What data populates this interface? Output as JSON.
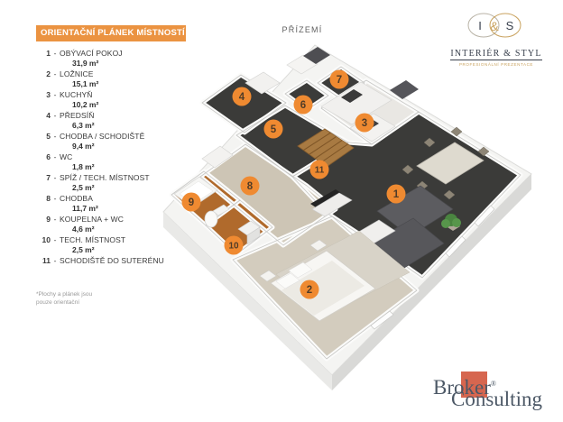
{
  "header": {
    "plan_label": "PŘÍZEMÍ"
  },
  "legend": {
    "title": "ORIENTAČNÍ PLÁNEK MÍSTNOSTÍ",
    "title_bg": "#EB9341",
    "separator": "-",
    "items": [
      {
        "number": "1",
        "name": "OBÝVACÍ POKOJ",
        "area": "31,9 m²"
      },
      {
        "number": "2",
        "name": "LOŽNICE",
        "area": "15,1 m²"
      },
      {
        "number": "3",
        "name": "KUCHYŇ",
        "area": "10,2 m²"
      },
      {
        "number": "4",
        "name": "PŘEDSÍŇ",
        "area": "6,3 m²"
      },
      {
        "number": "5",
        "name": "CHODBA / SCHODIŠTĚ",
        "area": "9,4 m²"
      },
      {
        "number": "6",
        "name": "WC",
        "area": "1,8 m²"
      },
      {
        "number": "7",
        "name": "SPÍŽ / TECH. MÍSTNOST",
        "area": "2,5 m²"
      },
      {
        "number": "8",
        "name": "CHODBA",
        "area": "11,7 m²"
      },
      {
        "number": "9",
        "name": "KOUPELNA + WC",
        "area": "4,6 m²"
      },
      {
        "number": "10",
        "name": "TECH. MÍSTNOST",
        "area": "2,5 m²"
      },
      {
        "number": "11",
        "name": "SCHODIŠTĚ DO SUTERÉNU",
        "area": ""
      }
    ],
    "footnote_line1": "*Plochy a plánek jsou",
    "footnote_line2": "pouze orientační"
  },
  "plan": {
    "badge_color": "#EF8A31",
    "badge_text_color": "#503C28",
    "badges": [
      {
        "number": "1"
      },
      {
        "number": "2"
      },
      {
        "number": "3"
      },
      {
        "number": "4"
      },
      {
        "number": "5"
      },
      {
        "number": "6"
      },
      {
        "number": "7"
      },
      {
        "number": "8"
      },
      {
        "number": "9"
      },
      {
        "number": "10"
      },
      {
        "number": "11"
      }
    ]
  },
  "logos": {
    "interier_styl": {
      "monogram_i": "I",
      "monogram_amp": "&",
      "monogram_s": "S",
      "name": "INTERIÉR & STYL",
      "tagline": "PROFESIONÁLNÍ PREZENTACE",
      "gold": "#C9A25E",
      "dark": "#39404D"
    },
    "broker": {
      "word1": "Broker",
      "word2": "Consulting",
      "reg": "®",
      "square_color": "#D6664F",
      "text_color": "#4C5866"
    }
  }
}
